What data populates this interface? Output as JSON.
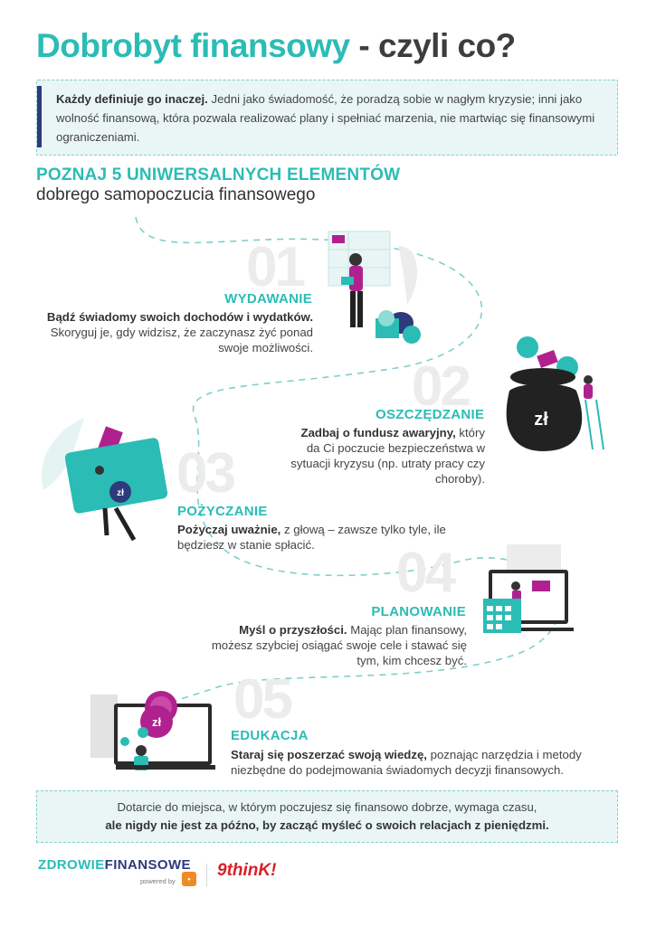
{
  "header": {
    "title_accent": "Dobrobyt finansowy",
    "title_rest": " - czyli co?"
  },
  "intro": {
    "bold": "Każdy definiuje go inaczej.",
    "text": " Jedni jako świadomość, że poradzą sobie w nagłym kryzysie; inni jako wolność finansową, która pozwala realizować plany i spełniać marzenia, nie martwiąc się finansowymi ograniczeniami."
  },
  "subheading": {
    "line1": "POZNAJ 5 UNIWERSALNYCH ELEMENTÓW",
    "line2": "dobrego samopoczucia finansowego"
  },
  "sections": [
    {
      "number": "01",
      "title": "WYDAWANIE",
      "bold": "Bądź świadomy swoich dochodów i wydatków.",
      "text": " Skoryguj je, gdy widzisz, że zaczynasz żyć ponad swoje możliwości.",
      "icon": "woman-with-coins-icon"
    },
    {
      "number": "02",
      "title": "OSZCZĘDZANIE",
      "bold": "Zadbaj o fundusz awaryjny,",
      "text": " który da Ci poczucie bezpieczeństwa w sytuacji kryzysu (np. utraty pracy czy choroby).",
      "icon": "money-bag-icon",
      "bag_label": "zł"
    },
    {
      "number": "03",
      "title": "POŻYCZANIE",
      "bold": "Pożyczaj uważnie,",
      "text": " z głową – zawsze tylko tyle, ile będziesz w stanie spłacić.",
      "icon": "person-carrying-card-icon",
      "coin_label": "zł"
    },
    {
      "number": "04",
      "title": "PLANOWANIE",
      "bold": "Myśl o przyszłości.",
      "text": " Mając plan finansowy, możesz szybciej osiągać swoje cele i stawać się tym, kim chcesz być.",
      "icon": "laptop-calendar-icon"
    },
    {
      "number": "05",
      "title": "EDUKACJA",
      "bold": "Staraj się poszerzać swoją wiedzę,",
      "text": " poznając narzędzia i metody niezbędne do podejmowania świadomych decyzji finansowych.",
      "icon": "person-at-desk-icon",
      "coin_label": "zł"
    }
  ],
  "footer": {
    "line1": "Dotarcie do miejsca, w którym poczujesz się finansowo dobrze, wymaga czasu,",
    "line2": "ale nigdy nie jest za późno, by zacząć myśleć o swoich relacjach z pieniędzmi."
  },
  "branding": {
    "brand_part1": "ZDROWIE",
    "brand_part2": "FINANSOWE",
    "powered": "powered by",
    "think_logo": "9thinK!"
  },
  "colors": {
    "teal": "#2bbcb5",
    "navy": "#2d3a7b",
    "magenta": "#b0218f",
    "dark": "#333333",
    "panel_bg": "#eaf6f6"
  }
}
